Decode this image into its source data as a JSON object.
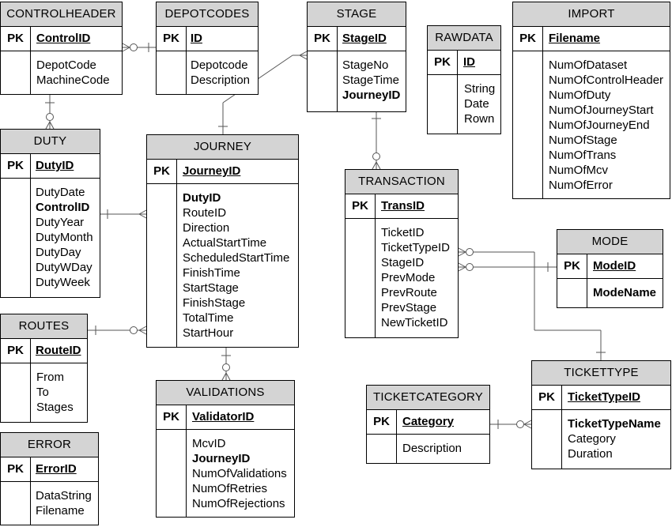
{
  "entities": {
    "controlheader": {
      "name": "CONTROLHEADER",
      "pk_label": "PK",
      "pk": "ControlID",
      "attrs": [
        {
          "text": "DepotCode",
          "bold": false
        },
        {
          "text": "MachineCode",
          "bold": false
        }
      ]
    },
    "depotcodes": {
      "name": "DEPOTCODES",
      "pk_label": "PK",
      "pk": "ID",
      "attrs": [
        {
          "text": "Depotcode",
          "bold": false
        },
        {
          "text": "Description",
          "bold": false
        }
      ]
    },
    "stage": {
      "name": "STAGE",
      "pk_label": "PK",
      "pk": "StageID",
      "attrs": [
        {
          "text": "StageNo",
          "bold": false
        },
        {
          "text": "StageTime",
          "bold": false
        },
        {
          "text": "JourneyID",
          "bold": true
        }
      ]
    },
    "rawdata": {
      "name": "RAWDATA",
      "pk_label": "PK",
      "pk": "ID",
      "attrs": [
        {
          "text": "String",
          "bold": false
        },
        {
          "text": "Date",
          "bold": false
        },
        {
          "text": "Rown",
          "bold": false
        }
      ]
    },
    "import": {
      "name": "IMPORT",
      "pk_label": "PK",
      "pk": "Filename",
      "attrs": [
        {
          "text": "NumOfDataset",
          "bold": false
        },
        {
          "text": "NumOfControlHeader",
          "bold": false
        },
        {
          "text": "NumOfDuty",
          "bold": false
        },
        {
          "text": "NumOfJourneyStart",
          "bold": false
        },
        {
          "text": "NumOfJourneyEnd",
          "bold": false
        },
        {
          "text": "NumOfStage",
          "bold": false
        },
        {
          "text": "NumOfTrans",
          "bold": false
        },
        {
          "text": "NumOfMcv",
          "bold": false
        },
        {
          "text": "NumOfError",
          "bold": false
        }
      ]
    },
    "duty": {
      "name": "DUTY",
      "pk_label": "PK",
      "pk": "DutyID",
      "attrs": [
        {
          "text": "DutyDate",
          "bold": false
        },
        {
          "text": "ControlID",
          "bold": true
        },
        {
          "text": "DutyYear",
          "bold": false
        },
        {
          "text": "DutyMonth",
          "bold": false
        },
        {
          "text": "DutyDay",
          "bold": false
        },
        {
          "text": "DutyWDay",
          "bold": false
        },
        {
          "text": "DutyWeek",
          "bold": false
        }
      ]
    },
    "journey": {
      "name": "JOURNEY",
      "pk_label": "PK",
      "pk": "JourneyID",
      "attrs": [
        {
          "text": "DutyID",
          "bold": true
        },
        {
          "text": "RouteID",
          "bold": false
        },
        {
          "text": "Direction",
          "bold": false
        },
        {
          "text": "ActualStartTime",
          "bold": false
        },
        {
          "text": "ScheduledStartTime",
          "bold": false
        },
        {
          "text": "FinishTime",
          "bold": false
        },
        {
          "text": "StartStage",
          "bold": false
        },
        {
          "text": "FinishStage",
          "bold": false
        },
        {
          "text": "TotalTime",
          "bold": false
        },
        {
          "text": "StartHour",
          "bold": false
        }
      ]
    },
    "transaction": {
      "name": "TRANSACTION",
      "pk_label": "PK",
      "pk": "TransID",
      "attrs": [
        {
          "text": "TicketID",
          "bold": false
        },
        {
          "text": "TicketTypeID",
          "bold": false
        },
        {
          "text": "StageID",
          "bold": false
        },
        {
          "text": "PrevMode",
          "bold": false
        },
        {
          "text": "PrevRoute",
          "bold": false
        },
        {
          "text": "PrevStage",
          "bold": false
        },
        {
          "text": "NewTicketID",
          "bold": false
        }
      ]
    },
    "mode": {
      "name": "MODE",
      "pk_label": "PK",
      "pk": "ModeID",
      "attrs": [
        {
          "text": "ModeName",
          "bold": true
        }
      ]
    },
    "routes": {
      "name": "ROUTES",
      "pk_label": "PK",
      "pk": "RouteID",
      "attrs": [
        {
          "text": "From",
          "bold": false
        },
        {
          "text": "To",
          "bold": false
        },
        {
          "text": "Stages",
          "bold": false
        }
      ]
    },
    "validations": {
      "name": "VALIDATIONS",
      "pk_label": "PK",
      "pk": "ValidatorID",
      "attrs": [
        {
          "text": "McvID",
          "bold": false
        },
        {
          "text": "JourneyID",
          "bold": true
        },
        {
          "text": "NumOfValidations",
          "bold": false
        },
        {
          "text": "NumOfRetries",
          "bold": false
        },
        {
          "text": "NumOfRejections",
          "bold": false
        }
      ]
    },
    "ticketcategory": {
      "name": "TICKETCATEGORY",
      "pk_label": "PK",
      "pk": "Category",
      "attrs": [
        {
          "text": "Description",
          "bold": false
        }
      ]
    },
    "tickettype": {
      "name": "TICKETTYPE",
      "pk_label": "PK",
      "pk": "TicketTypeID",
      "attrs": [
        {
          "text": "TicketTypeName",
          "bold": true
        },
        {
          "text": "Category",
          "bold": false
        },
        {
          "text": "Duration",
          "bold": false
        }
      ]
    },
    "error": {
      "name": "ERROR",
      "pk_label": "PK",
      "pk": "ErrorID",
      "attrs": [
        {
          "text": "DataString",
          "bold": false
        },
        {
          "text": "Filename",
          "bold": false
        }
      ]
    }
  },
  "colors": {
    "header_fill": "#d4d4d4",
    "line": "#555555",
    "border": "#000000"
  }
}
